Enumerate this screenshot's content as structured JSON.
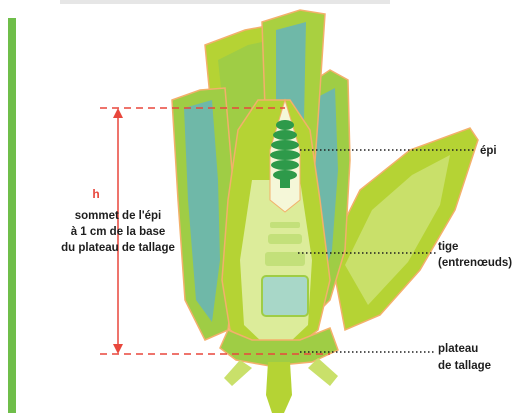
{
  "colors": {
    "accent_bar": "#6fbe4a",
    "measure_line": "#e8473c",
    "leaf_green": "#b5d334",
    "leaf_inner": "#6fb8a8",
    "ear_green": "#2e9a4a",
    "pale_green": "#dcec9a",
    "outline_orange": "#f3b06b",
    "label_text": "#1e1e1e"
  },
  "labels": {
    "h": "h",
    "measure_line1": "sommet de l'épi",
    "measure_line2": "à 1 cm de la base",
    "measure_line3": "du plateau de tallage",
    "epi": "épi",
    "tige_line1": "tige",
    "tige_line2": "(entrenœuds)",
    "plateau_line1": "plateau",
    "plateau_line2": "de tallage"
  }
}
